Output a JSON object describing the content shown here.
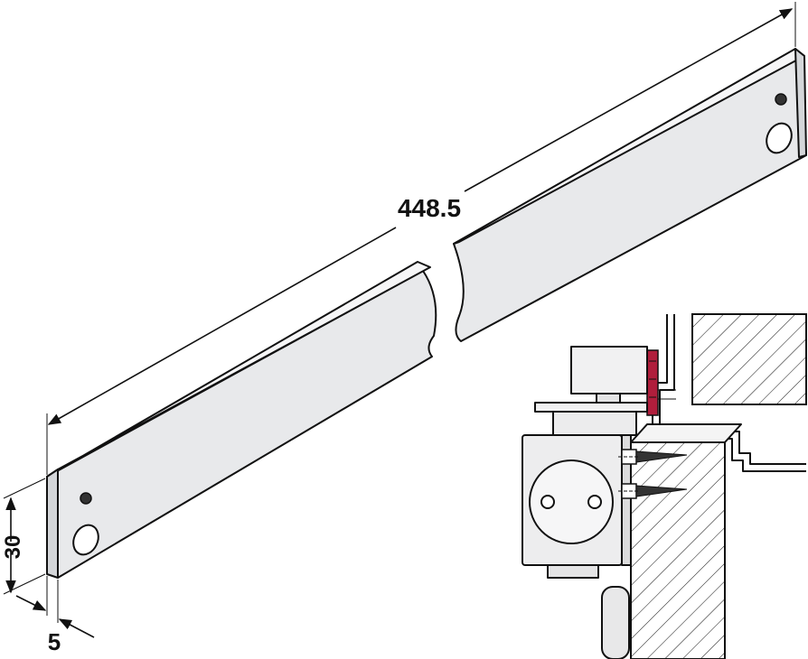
{
  "drawing": {
    "dimensions": {
      "length": "448.5",
      "height": "30",
      "thickness": "5"
    },
    "colors": {
      "bar_face": "#e9eaec",
      "bar_top": "#f7f7f8",
      "bar_end": "#d6d8db",
      "outline": "#111111",
      "seal_strip": "#b01e3c",
      "closer_body": "#ededee"
    }
  }
}
